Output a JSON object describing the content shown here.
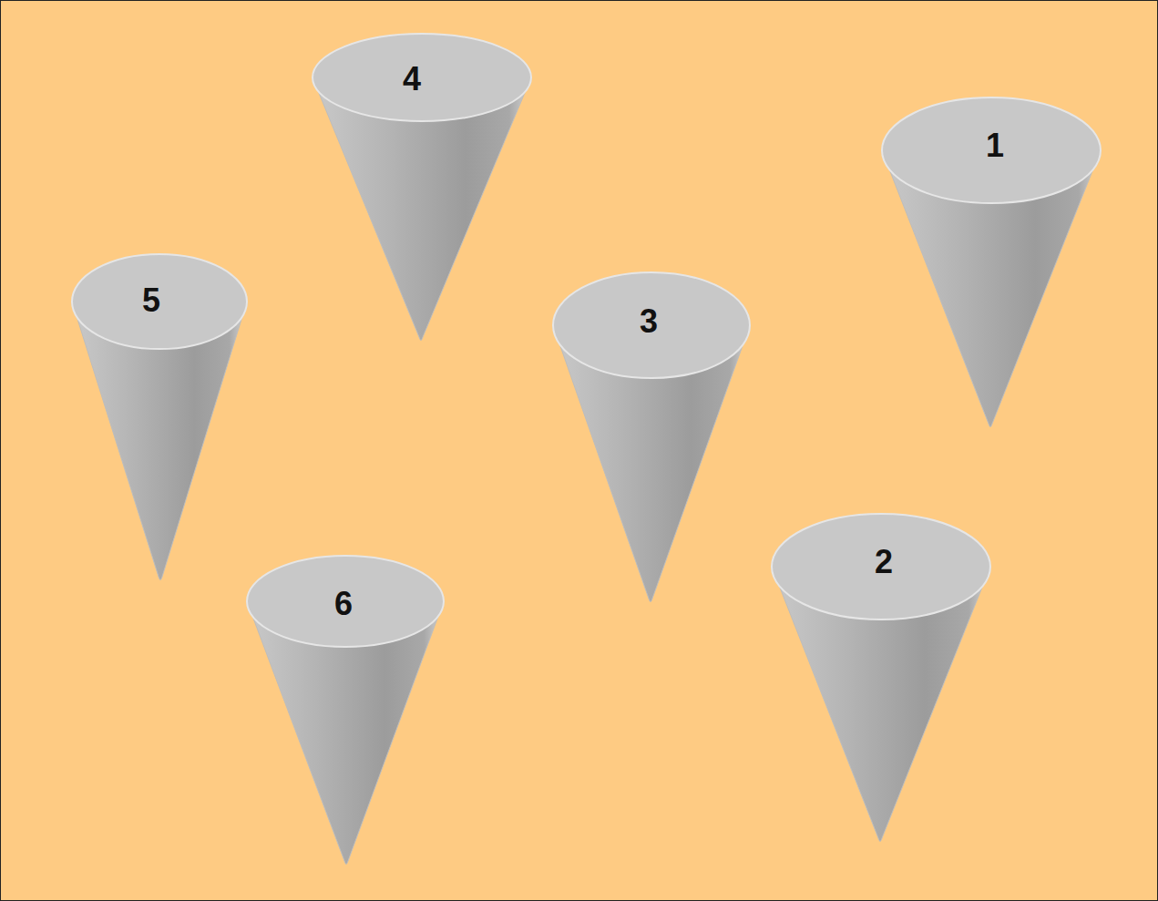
{
  "diagram": {
    "nodes": [
      {
        "text": [
          "4"
        ]
      },
      {
        "text": [
          "1"
        ]
      },
      {
        "text": [
          "5"
        ]
      },
      {
        "text": [
          "3"
        ]
      },
      {
        "text": [
          "2"
        ]
      },
      {
        "text": [
          "6"
        ]
      }
    ]
  }
}
